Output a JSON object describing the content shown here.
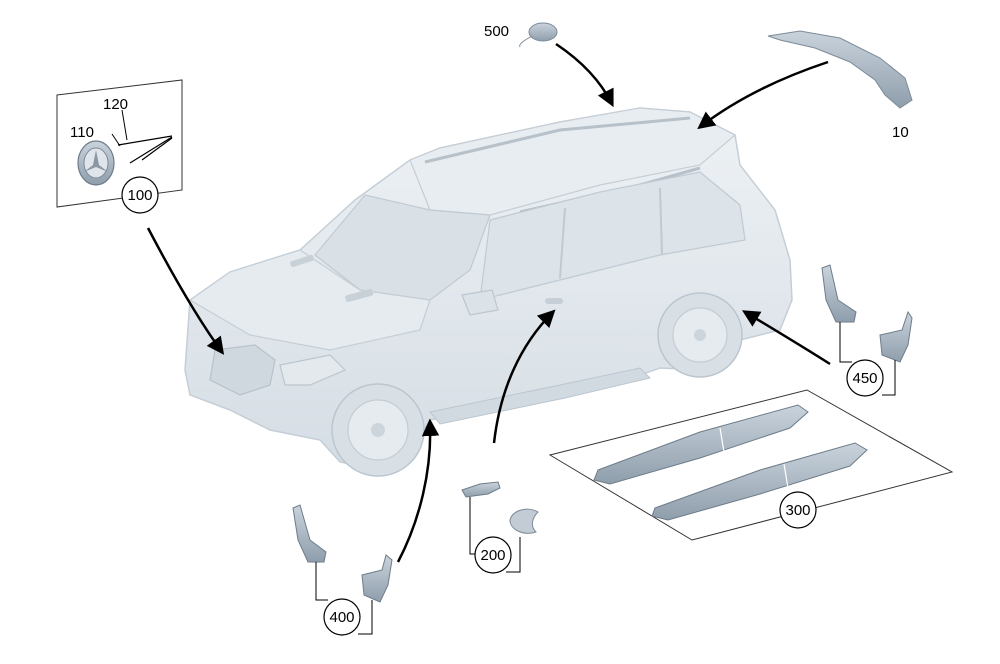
{
  "diagram": {
    "labels": {
      "p10": "10",
      "p100": "100",
      "p110": "110",
      "p120": "120",
      "p200": "200",
      "p300": "300",
      "p400": "400",
      "p450": "450",
      "p500": "500"
    },
    "colors": {
      "vehicle_fill": "#dfe5ea",
      "vehicle_stroke": "#c5ced6",
      "part_fill": "#aab6c2",
      "part_dark": "#7d8b98",
      "arrow": "#000000",
      "frame": "#333333"
    },
    "icons": {
      "vehicle": "suv-vehicle-illustration",
      "star_badge": "mercedes-star-badge-icon"
    }
  }
}
